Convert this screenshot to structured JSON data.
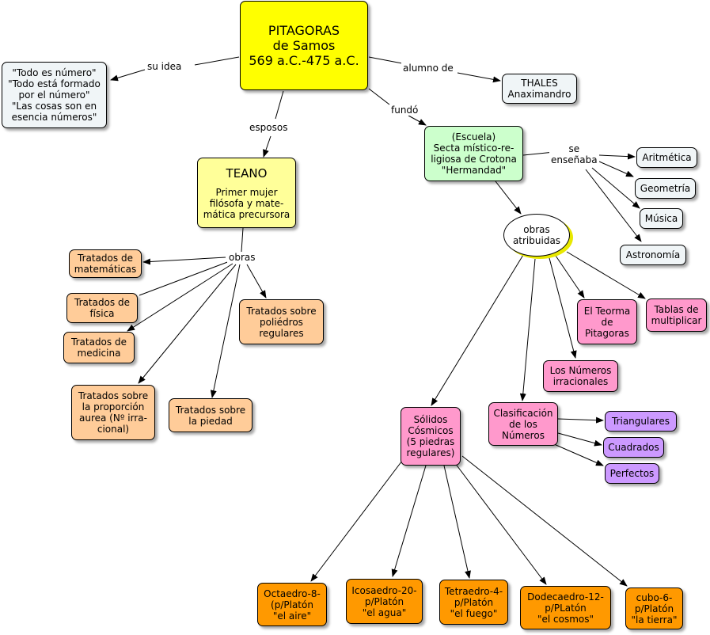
{
  "colors": {
    "yellow": "#ffff00",
    "light_yellow": "#ffff99",
    "light_green": "#ccffcc",
    "light_blue": "#f0f5f7",
    "peach": "#ffcc99",
    "pink": "#ff99cc",
    "lavender": "#cc99ff",
    "orange": "#ff9900",
    "white": "#ffffff"
  },
  "nodes": {
    "pitagoras": "PITAGORAS\nde Samos\n569 a.C.-475 a.C.",
    "idea": "\"Todo es número\"\n\"Todo está formado\npor el número\"\n\"Las cosas son en\nesencia números\"",
    "thales": "THALES\nAnaximandro",
    "teano_title": "TEANO",
    "teano_text": "Primer mujer\nfilósofa y mate-\nmática precursora",
    "escuela": "(Escuela)\nSecta místico-re-\nligiosa de Crotona\n\"Hermandad\"",
    "aritmetica": "Aritmética",
    "geometria": "Geometría",
    "musica": "Música",
    "astronomia": "Astronomía",
    "obras_atribuidas": "obras\natribuidas",
    "tratados_matematicas": "Tratados de\nmatemáticas",
    "tratados_fisica": "Tratados de\nfísica",
    "tratados_medicina": "Tratados de\nmedicina",
    "tratados_proporcion": "Tratados sobre\nla proporción\naurea (Nº irra-\ncional)",
    "tratados_piedad": "Tratados sobre\nla piedad",
    "tratados_poliedros": "Tratados sobre\npoliédros\nregulares",
    "teorema": "El Teorma\nde\nPitagoras",
    "tablas": "Tablas de\nmultiplicar",
    "irracionales": "Los Números\nirracionales",
    "clasificacion": "Clasificación\nde los\nNúmeros",
    "solidos": "Sólidos\nCósmicos\n(5 piedras\nregulares)",
    "triangulares": "Triangulares",
    "cuadrados": "Cuadrados",
    "perfectos": "Perfectos",
    "octaedro": "Octaedro-8-\n(p/Platón\n\"el aire\"",
    "icosaedro": "Icosaedro-20-\np/Platón\n\"el agua\"",
    "tetraedro": "Tetraedro-4-\np/Platón\n\"el fuego\"",
    "dodecaedro": "Dodecaedro-12-\np/PLatón\n\"el cosmos\"",
    "cubo": "cubo-6-\np/Platón\n\"la tierra\""
  },
  "labels": {
    "su_idea": "su idea",
    "alumno_de": "alumno de",
    "esposos": "esposos",
    "fundo": "fundó",
    "se_ensenaba": "se\nenseñaba",
    "obras": "obras"
  }
}
